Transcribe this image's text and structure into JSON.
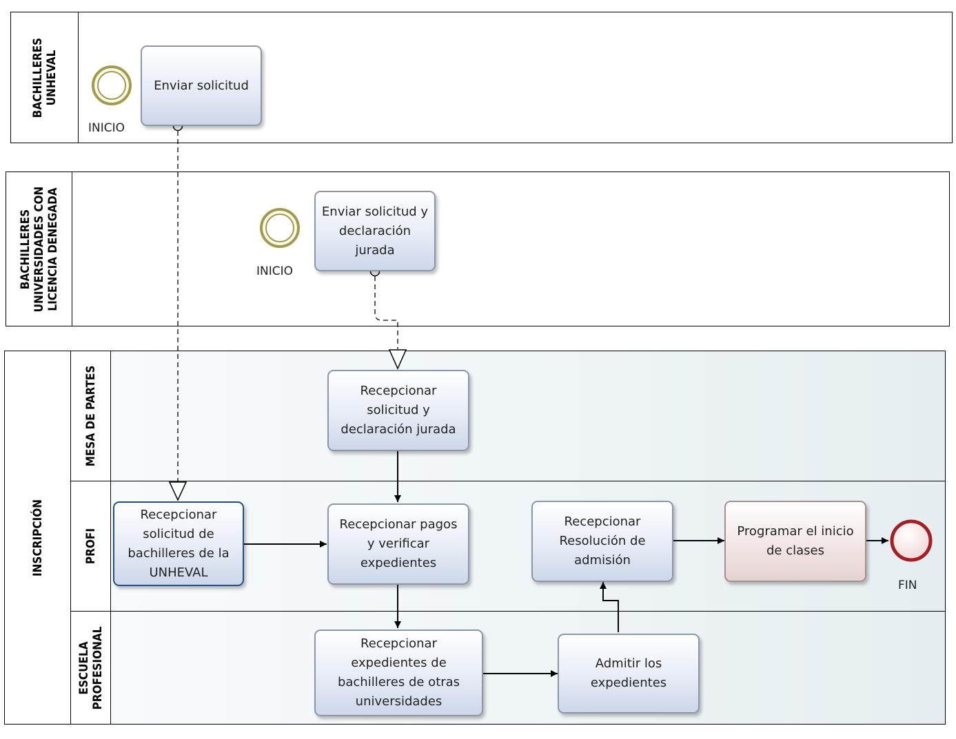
{
  "pools": {
    "bachilleres_unheval": {
      "label_lines": [
        "BACHILLERES",
        "UNHEVAL"
      ]
    },
    "bachilleres_otras": {
      "label_lines": [
        "BACHILLERES",
        "UNIVERSIDADES CON",
        "LICENCIA DENEGADA"
      ]
    },
    "inscripcion": {
      "label": "INSCRIPCIÓN",
      "lanes": {
        "mesa_de_partes": "MESA DE PARTES",
        "profi": "PROFI",
        "escuela_profesional": [
          "ESCUELA",
          "PROFESIONAL"
        ]
      }
    }
  },
  "events": {
    "inicio_1": "INICIO",
    "inicio_2": "INICIO",
    "fin": "FIN"
  },
  "tasks": {
    "enviar_solicitud": "Enviar solicitud",
    "enviar_solicitud_declaracion": "Enviar solicitud y declaración jurada",
    "recepcionar_solicitud_declaracion": "Recepcionar solicitud y declaración jurada",
    "recepcionar_solicitud_unheval": "Recepcionar solicitud de bachilleres de la UNHEVAL",
    "recepcionar_pagos": "Recepcionar pagos y verificar expedientes",
    "recepcionar_resolucion": "Recepcionar Resolución de admisión",
    "programar_inicio": "Programar el inicio de clases",
    "recepcionar_expedientes": "Recepcionar expedientes   de bachilleres de otras universidades",
    "admitir_expedientes": "Admitir los expedientes"
  },
  "colors": {
    "start_event": "#a19a4f",
    "end_event": "#a31f24",
    "task_border": "#8c96a8",
    "first_task_border": "#1f4e8a"
  }
}
